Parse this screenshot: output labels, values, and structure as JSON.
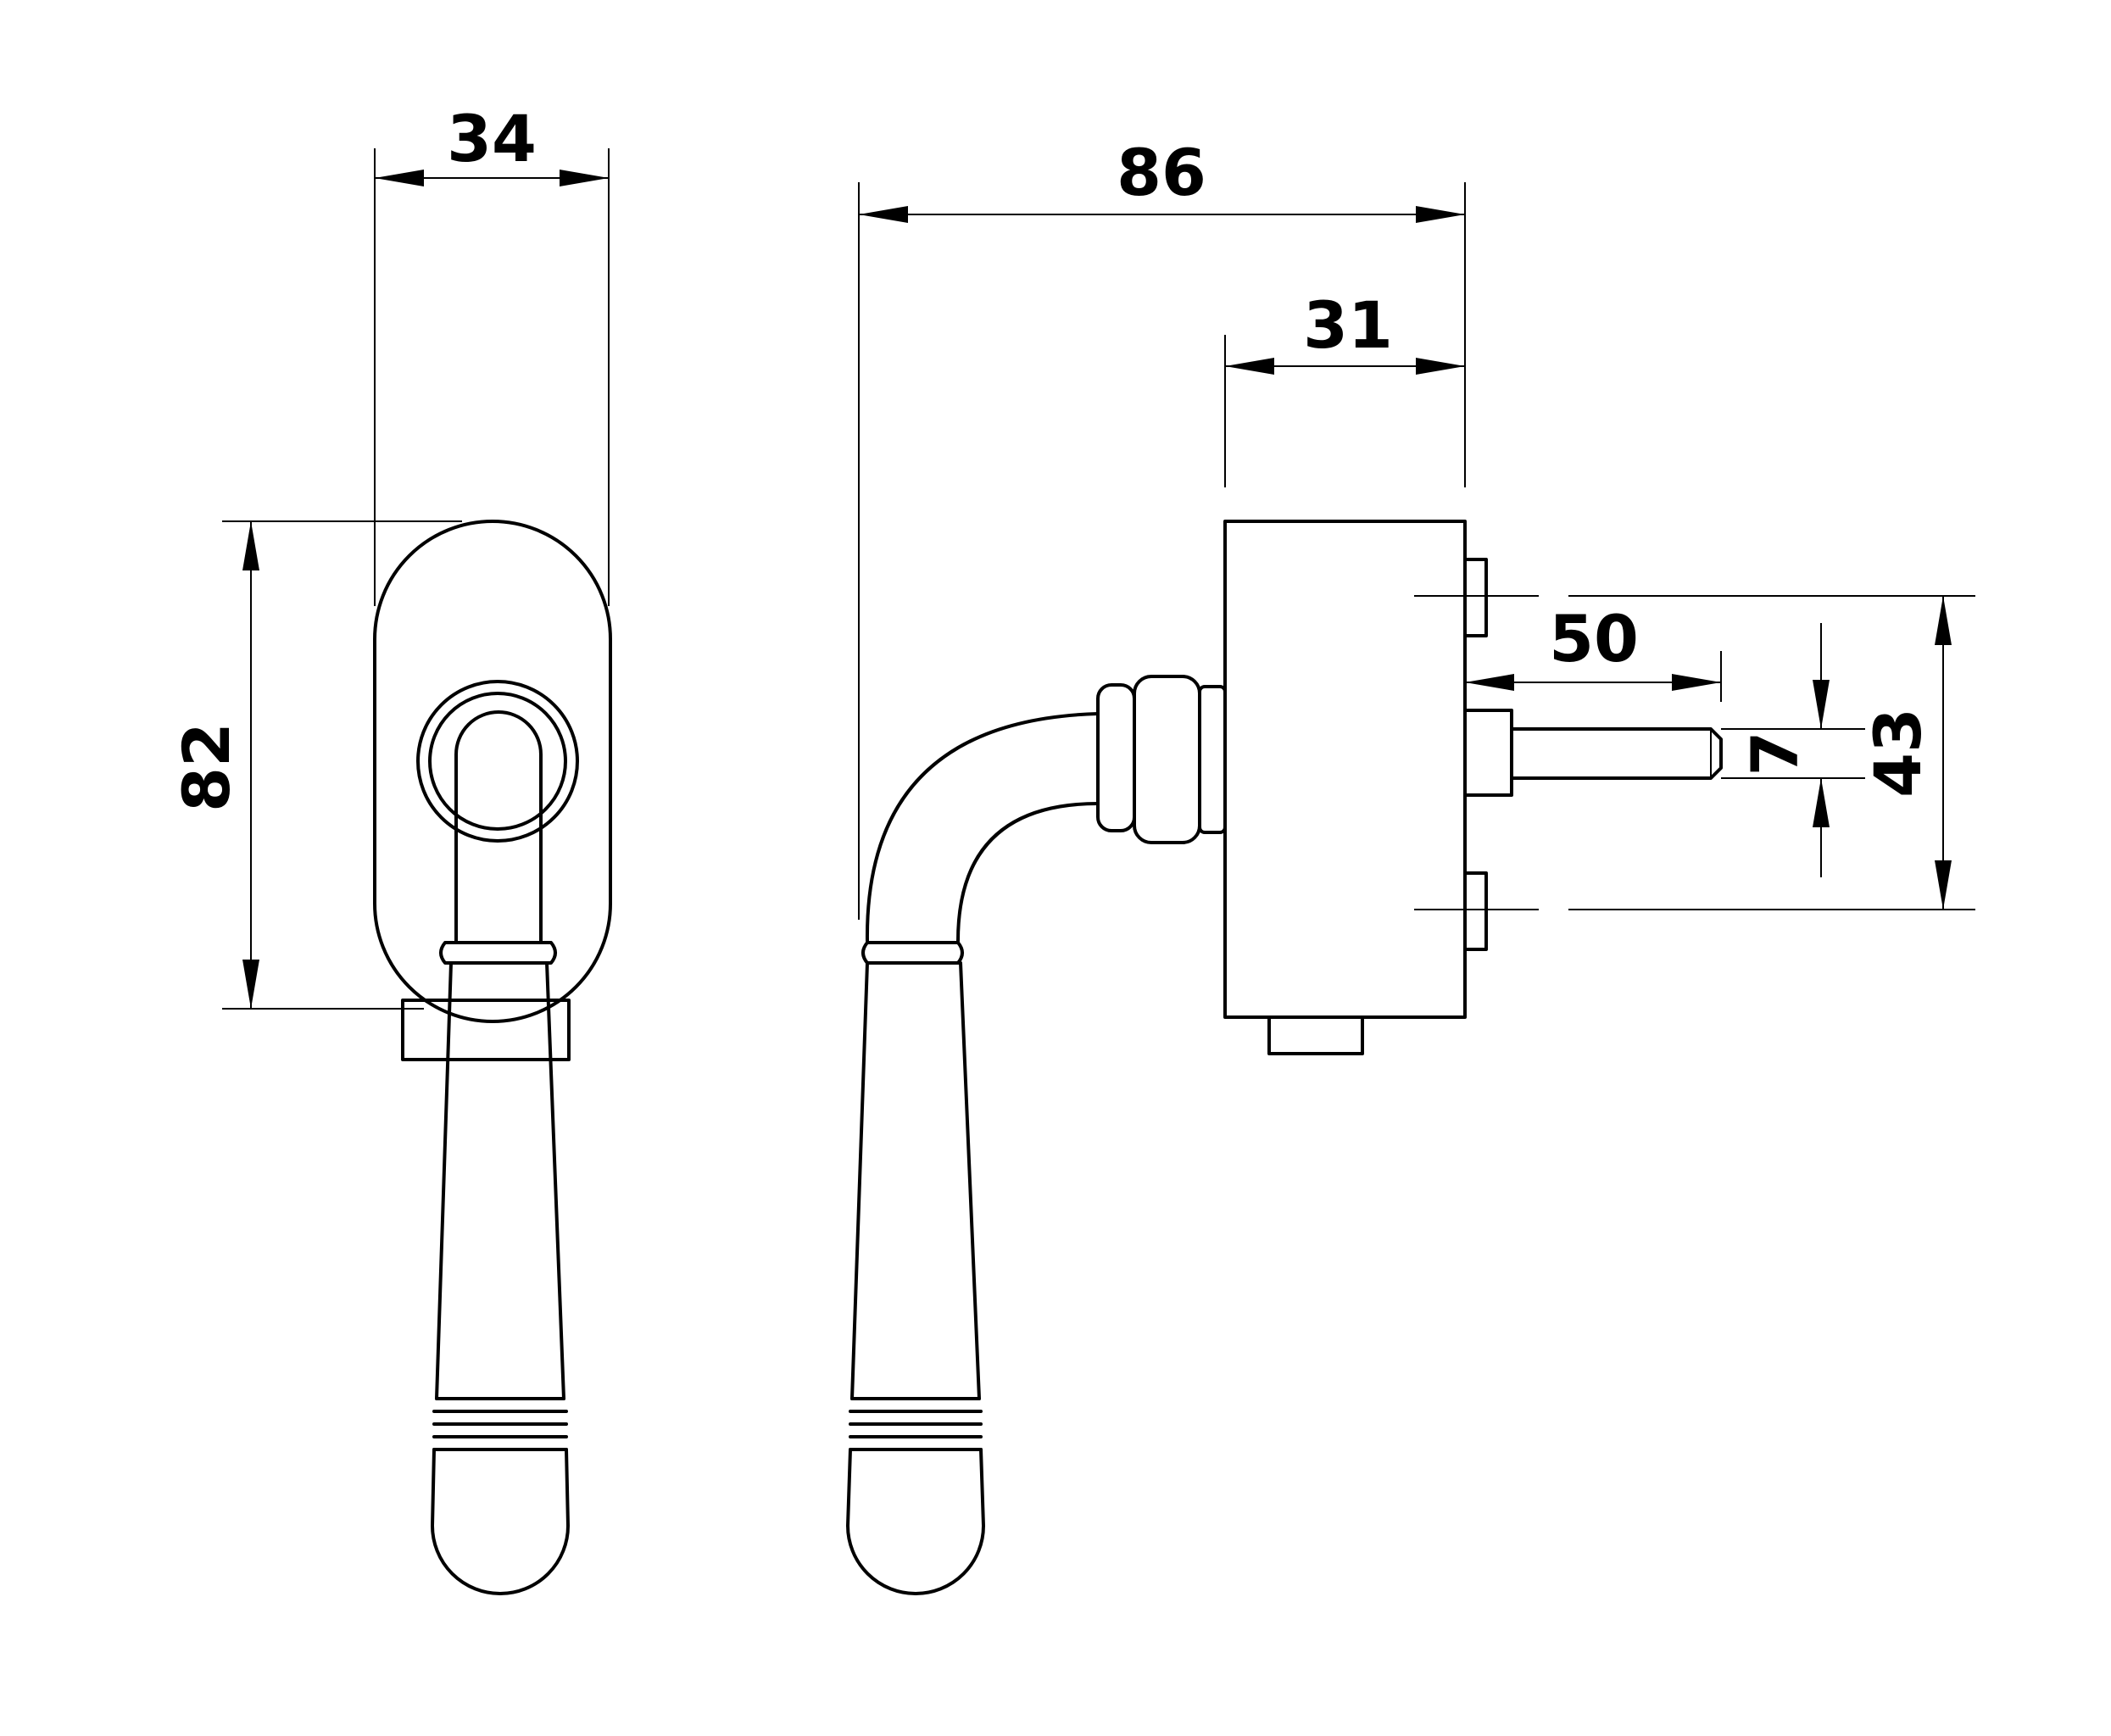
{
  "dimensions": {
    "front_width": "34",
    "front_height": "82",
    "side_overall_depth": "86",
    "base_depth": "31",
    "spindle_length": "50",
    "spindle_size": "7",
    "screw_spacing": "43"
  }
}
